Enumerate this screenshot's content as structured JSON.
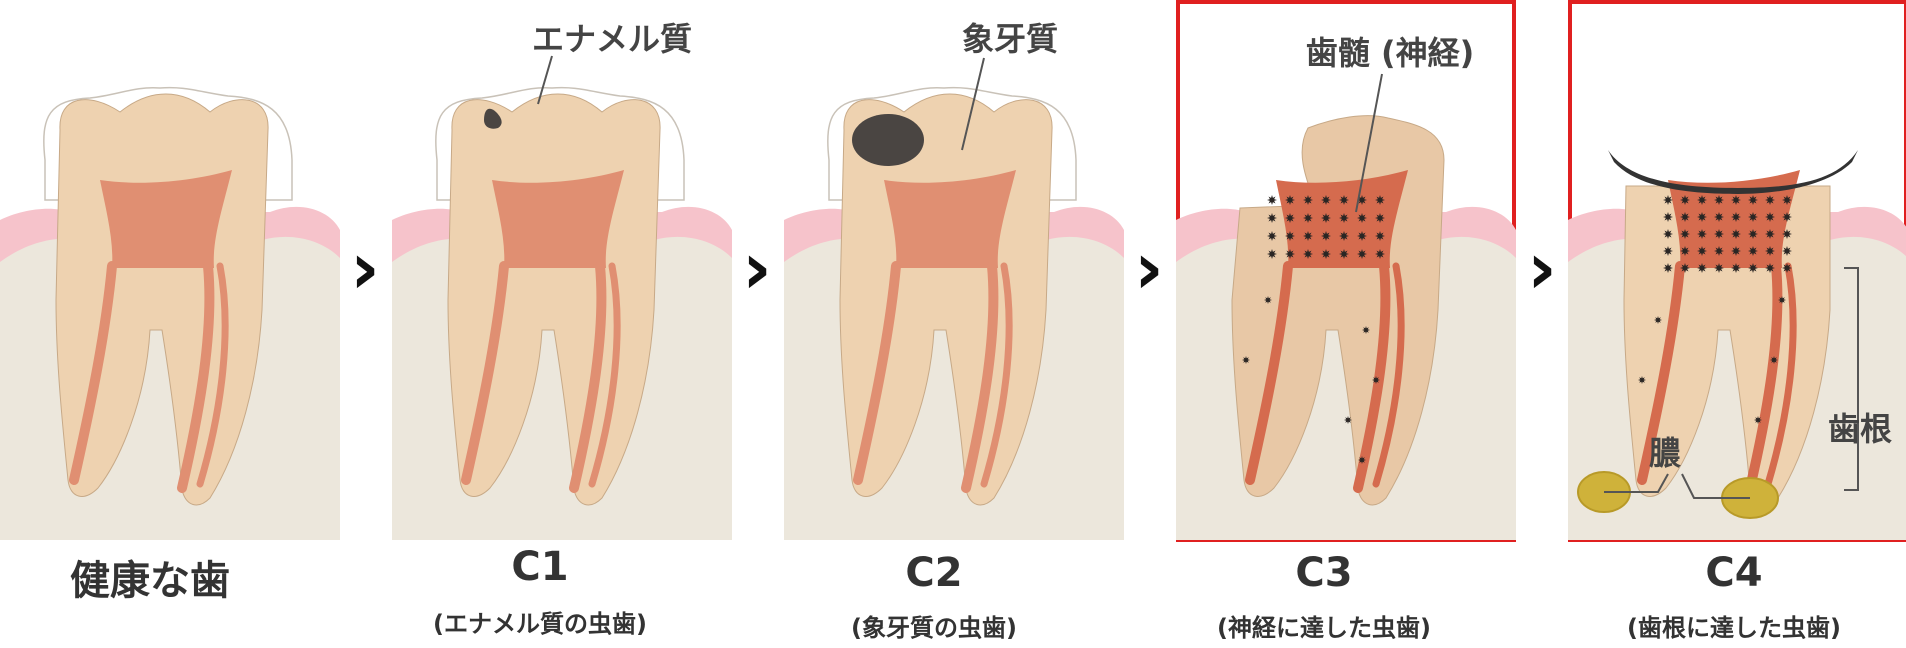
{
  "stages": [
    {
      "label": "健康な歯",
      "sub": ""
    },
    {
      "label": "C1",
      "sub": "(エナメル質の虫歯)"
    },
    {
      "label": "C2",
      "sub": "(象牙質の虫歯)"
    },
    {
      "label": "C3",
      "sub": "(神経に達した虫歯)"
    },
    {
      "label": "C4",
      "sub": "(歯根に達した虫歯)"
    }
  ],
  "callouts": {
    "enamel": "エナメル質",
    "dentin": "象牙質",
    "pulp": "歯髄 (神経)",
    "root": "歯根",
    "pus": "膿"
  },
  "arrow_glyph": "›",
  "colors": {
    "gum": "#f6c3cb",
    "bone": "#ece7dc",
    "tooth": "#eed2b0",
    "pulp": "#e08f72",
    "decay": "#4a4542",
    "highlight": "#e02020",
    "pus": "#cfb23a"
  }
}
